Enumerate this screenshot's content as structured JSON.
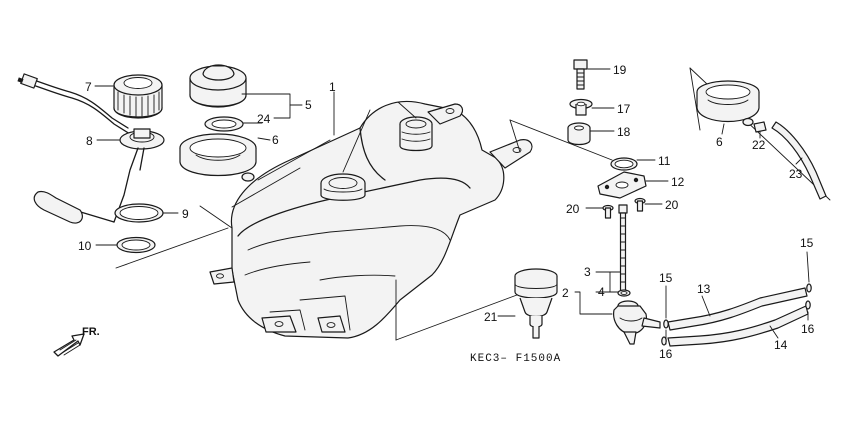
{
  "diagram": {
    "drawing_code": "KEC3– F1500A",
    "direction_label": "FR.",
    "part_numbers": {
      "p1": "1",
      "p2": "2",
      "p3": "3",
      "p4": "4",
      "p5": "5",
      "p6": "6",
      "p6b": "6",
      "p7": "7",
      "p8": "8",
      "p9": "9",
      "p10": "10",
      "p11": "11",
      "p12": "12",
      "p13": "13",
      "p14": "14",
      "p15a": "15",
      "p15b": "15",
      "p16a": "16",
      "p16b": "16",
      "p17": "17",
      "p18": "18",
      "p19": "19",
      "p20a": "20",
      "p20b": "20",
      "p21": "21",
      "p22": "22",
      "p23": "23",
      "p24": "24"
    }
  }
}
